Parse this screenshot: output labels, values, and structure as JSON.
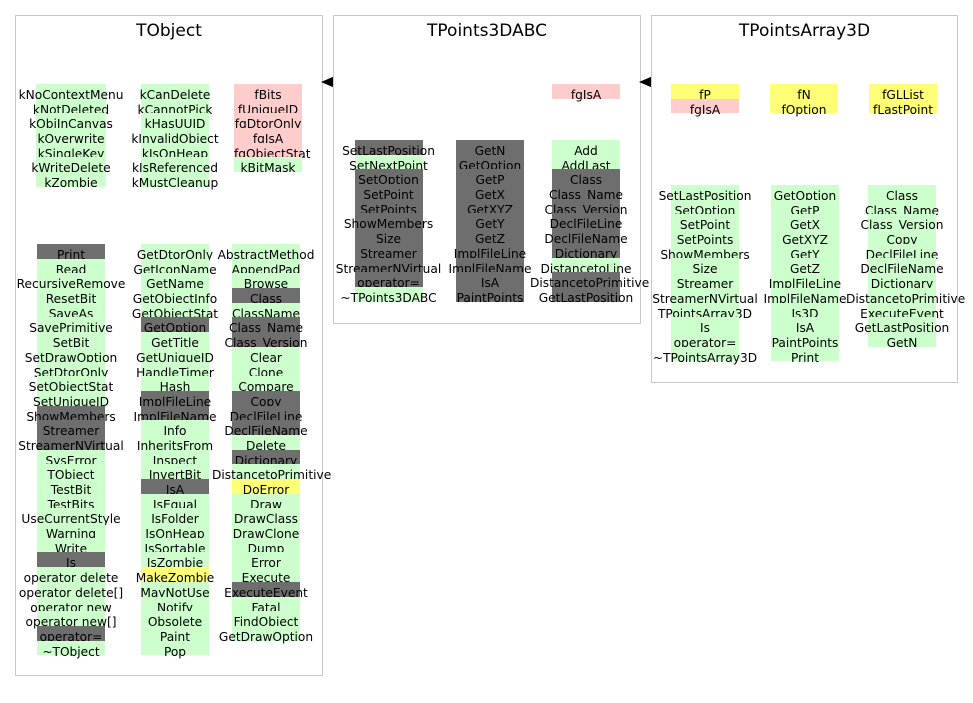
{
  "colors": {
    "public": "#ccffcc",
    "private": "#6e6e6e",
    "data": "#ffcccc",
    "pointer": "#ffff77",
    "border": "#c8c8c8"
  },
  "tobject": {
    "title": "TObject",
    "enums1": [
      "kNoContextMenu",
      "kNotDeleted",
      "kObjInCanvas",
      "kOverwrite",
      "kSingleKey",
      "kWriteDelete",
      "kZombie"
    ],
    "enums2": [
      "kCanDelete",
      "kCannotPick",
      "kHasUUID",
      "kInvalidObject",
      "kIsOnHeap",
      "kIsReferenced",
      "kMustCleanup"
    ],
    "data": [
      {
        "t": "fBits",
        "c": "pink"
      },
      {
        "t": "fUniqueID",
        "c": "pink"
      },
      {
        "t": "fgDtorOnly",
        "c": "pink"
      },
      {
        "t": "fgIsA",
        "c": "pink"
      },
      {
        "t": "fgObjectStat",
        "c": "pink"
      },
      {
        "t": "kBitMask",
        "c": "green"
      }
    ],
    "m1": [
      {
        "t": "Print",
        "c": "gray"
      },
      {
        "t": "Read",
        "c": "green"
      },
      {
        "t": "RecursiveRemove",
        "c": "green"
      },
      {
        "t": "ResetBit",
        "c": "green"
      },
      {
        "t": "SaveAs",
        "c": "green"
      },
      {
        "t": "SavePrimitive",
        "c": "green"
      },
      {
        "t": "SetBit",
        "c": "green"
      },
      {
        "t": "SetDrawOption",
        "c": "green"
      },
      {
        "t": "SetDtorOnly",
        "c": "green"
      },
      {
        "t": "SetObjectStat",
        "c": "green"
      },
      {
        "t": "SetUniqueID",
        "c": "green"
      },
      {
        "t": "ShowMembers",
        "c": "gray"
      },
      {
        "t": "Streamer",
        "c": "gray"
      },
      {
        "t": "StreamerNVirtual",
        "c": "gray"
      },
      {
        "t": "SysError",
        "c": "green"
      },
      {
        "t": "TObject",
        "c": "green"
      },
      {
        "t": "TestBit",
        "c": "green"
      },
      {
        "t": "TestBits",
        "c": "green"
      },
      {
        "t": "UseCurrentStyle",
        "c": "green"
      },
      {
        "t": "Warning",
        "c": "green"
      },
      {
        "t": "Write",
        "c": "green"
      },
      {
        "t": "Is",
        "c": "gray"
      },
      {
        "t": "operator delete",
        "c": "green"
      },
      {
        "t": "operator delete[]",
        "c": "green"
      },
      {
        "t": "operator new",
        "c": "green"
      },
      {
        "t": "operator new[]",
        "c": "green"
      },
      {
        "t": "operator=",
        "c": "gray"
      },
      {
        "t": "~TObject",
        "c": "green"
      }
    ],
    "m2": [
      {
        "t": "GetDtorOnly",
        "c": "green"
      },
      {
        "t": "GetIconName",
        "c": "green"
      },
      {
        "t": "GetName",
        "c": "green"
      },
      {
        "t": "GetObjectInfo",
        "c": "green"
      },
      {
        "t": "GetObjectStat",
        "c": "green"
      },
      {
        "t": "GetOption",
        "c": "gray"
      },
      {
        "t": "GetTitle",
        "c": "green"
      },
      {
        "t": "GetUniqueID",
        "c": "green"
      },
      {
        "t": "HandleTimer",
        "c": "green"
      },
      {
        "t": "Hash",
        "c": "green"
      },
      {
        "t": "ImplFileLine",
        "c": "gray"
      },
      {
        "t": "ImplFileName",
        "c": "gray"
      },
      {
        "t": "Info",
        "c": "green"
      },
      {
        "t": "InheritsFrom",
        "c": "green"
      },
      {
        "t": "Inspect",
        "c": "green"
      },
      {
        "t": "InvertBit",
        "c": "green"
      },
      {
        "t": "IsA",
        "c": "gray"
      },
      {
        "t": "IsEqual",
        "c": "green"
      },
      {
        "t": "IsFolder",
        "c": "green"
      },
      {
        "t": "IsOnHeap",
        "c": "green"
      },
      {
        "t": "IsSortable",
        "c": "green"
      },
      {
        "t": "IsZombie",
        "c": "green"
      },
      {
        "t": "MakeZombie",
        "c": "yellow"
      },
      {
        "t": "MayNotUse",
        "c": "green"
      },
      {
        "t": "Notify",
        "c": "green"
      },
      {
        "t": "Obsolete",
        "c": "green"
      },
      {
        "t": "Paint",
        "c": "green"
      },
      {
        "t": "Pop",
        "c": "green"
      }
    ],
    "m3": [
      {
        "t": "AbstractMethod",
        "c": "green"
      },
      {
        "t": "AppendPad",
        "c": "green"
      },
      {
        "t": "Browse",
        "c": "green"
      },
      {
        "t": "Class",
        "c": "gray"
      },
      {
        "t": "ClassName",
        "c": "green"
      },
      {
        "t": "Class_Name",
        "c": "gray"
      },
      {
        "t": "Class_Version",
        "c": "gray"
      },
      {
        "t": "Clear",
        "c": "green"
      },
      {
        "t": "Clone",
        "c": "green"
      },
      {
        "t": "Compare",
        "c": "green"
      },
      {
        "t": "Copy",
        "c": "gray"
      },
      {
        "t": "DeclFileLine",
        "c": "gray"
      },
      {
        "t": "DeclFileName",
        "c": "gray"
      },
      {
        "t": "Delete",
        "c": "green"
      },
      {
        "t": "Dictionary",
        "c": "gray"
      },
      {
        "t": "DistancetoPrimitive",
        "c": "green"
      },
      {
        "t": "DoError",
        "c": "yellow"
      },
      {
        "t": "Draw",
        "c": "green"
      },
      {
        "t": "DrawClass",
        "c": "green"
      },
      {
        "t": "DrawClone",
        "c": "green"
      },
      {
        "t": "Dump",
        "c": "green"
      },
      {
        "t": "Error",
        "c": "green"
      },
      {
        "t": "Execute",
        "c": "green"
      },
      {
        "t": "ExecuteEvent",
        "c": "gray"
      },
      {
        "t": "Fatal",
        "c": "green"
      },
      {
        "t": "FindObject",
        "c": "green"
      },
      {
        "t": "GetDrawOption",
        "c": "green"
      }
    ]
  },
  "tpoints3dabc": {
    "title": "TPoints3DABC",
    "data": [
      {
        "t": "fgIsA",
        "c": "pink"
      }
    ],
    "m1": [
      {
        "t": "SetLastPosition",
        "c": "gray"
      },
      {
        "t": "SetNextPoint",
        "c": "green"
      },
      {
        "t": "SetOption",
        "c": "gray"
      },
      {
        "t": "SetPoint",
        "c": "gray"
      },
      {
        "t": "SetPoints",
        "c": "gray"
      },
      {
        "t": "ShowMembers",
        "c": "gray"
      },
      {
        "t": "Size",
        "c": "gray"
      },
      {
        "t": "Streamer",
        "c": "gray"
      },
      {
        "t": "StreamerNVirtual",
        "c": "gray"
      },
      {
        "t": "operator=",
        "c": "gray"
      },
      {
        "t": "~TPoints3DABC",
        "c": "green"
      }
    ],
    "m2": [
      {
        "t": "GetN",
        "c": "gray"
      },
      {
        "t": "GetOption",
        "c": "gray"
      },
      {
        "t": "GetP",
        "c": "gray"
      },
      {
        "t": "GetX",
        "c": "gray"
      },
      {
        "t": "GetXYZ",
        "c": "gray"
      },
      {
        "t": "GetY",
        "c": "gray"
      },
      {
        "t": "GetZ",
        "c": "gray"
      },
      {
        "t": "ImplFileLine",
        "c": "gray"
      },
      {
        "t": "ImplFileName",
        "c": "gray"
      },
      {
        "t": "IsA",
        "c": "gray"
      },
      {
        "t": "PaintPoints",
        "c": "gray"
      }
    ],
    "m3": [
      {
        "t": "Add",
        "c": "green"
      },
      {
        "t": "AddLast",
        "c": "green"
      },
      {
        "t": "Class",
        "c": "gray"
      },
      {
        "t": "Class_Name",
        "c": "gray"
      },
      {
        "t": "Class_Version",
        "c": "gray"
      },
      {
        "t": "DeclFileLine",
        "c": "gray"
      },
      {
        "t": "DeclFileName",
        "c": "gray"
      },
      {
        "t": "Dictionary",
        "c": "gray"
      },
      {
        "t": "DistancetoLine",
        "c": "green"
      },
      {
        "t": "DistancetoPrimitive",
        "c": "gray"
      },
      {
        "t": "GetLastPosition",
        "c": "gray"
      }
    ]
  },
  "tpointsarray3d": {
    "title": "TPointsArray3D",
    "d1": [
      {
        "t": "fP",
        "c": "yellow"
      },
      {
        "t": "fgIsA",
        "c": "pink"
      }
    ],
    "d2": [
      {
        "t": "fN",
        "c": "yellow"
      },
      {
        "t": "fOption",
        "c": "yellow"
      }
    ],
    "d3": [
      {
        "t": "fGLList",
        "c": "yellow"
      },
      {
        "t": "fLastPoint",
        "c": "yellow"
      }
    ],
    "m1": [
      {
        "t": "SetLastPosition",
        "c": "green"
      },
      {
        "t": "SetOption",
        "c": "green"
      },
      {
        "t": "SetPoint",
        "c": "green"
      },
      {
        "t": "SetPoints",
        "c": "green"
      },
      {
        "t": "ShowMembers",
        "c": "green"
      },
      {
        "t": "Size",
        "c": "green"
      },
      {
        "t": "Streamer",
        "c": "green"
      },
      {
        "t": "StreamerNVirtual",
        "c": "green"
      },
      {
        "t": "TPointsArray3D",
        "c": "green"
      },
      {
        "t": "Is",
        "c": "green"
      },
      {
        "t": "operator=",
        "c": "green"
      },
      {
        "t": "~TPointsArray3D",
        "c": "green"
      }
    ],
    "m2": [
      {
        "t": "GetOption",
        "c": "green"
      },
      {
        "t": "GetP",
        "c": "green"
      },
      {
        "t": "GetX",
        "c": "green"
      },
      {
        "t": "GetXYZ",
        "c": "green"
      },
      {
        "t": "GetY",
        "c": "green"
      },
      {
        "t": "GetZ",
        "c": "green"
      },
      {
        "t": "ImplFileLine",
        "c": "green"
      },
      {
        "t": "ImplFileName",
        "c": "green"
      },
      {
        "t": "Is3D",
        "c": "green"
      },
      {
        "t": "IsA",
        "c": "green"
      },
      {
        "t": "PaintPoints",
        "c": "green"
      },
      {
        "t": "Print",
        "c": "green"
      }
    ],
    "m3": [
      {
        "t": "Class",
        "c": "green"
      },
      {
        "t": "Class_Name",
        "c": "green"
      },
      {
        "t": "Class_Version",
        "c": "green"
      },
      {
        "t": "Copy",
        "c": "green"
      },
      {
        "t": "DeclFileLine",
        "c": "green"
      },
      {
        "t": "DeclFileName",
        "c": "green"
      },
      {
        "t": "Dictionary",
        "c": "green"
      },
      {
        "t": "DistancetoPrimitive",
        "c": "green"
      },
      {
        "t": "ExecuteEvent",
        "c": "green"
      },
      {
        "t": "GetLastPosition",
        "c": "green"
      },
      {
        "t": "GetN",
        "c": "green"
      }
    ]
  }
}
